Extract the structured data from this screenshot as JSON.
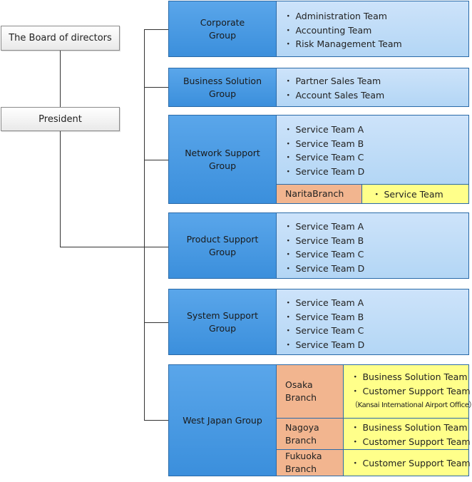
{
  "board": "The Board of directors",
  "president": "President",
  "groups": {
    "corporate": {
      "name": "Corporate\nGroup",
      "teams": [
        "・ Administration Team",
        "・ Accounting Team",
        "・ Risk Management Team"
      ]
    },
    "business": {
      "name": "Business Solution\nGroup",
      "teams": [
        "・ Partner Sales Team",
        "・ Account Sales Team"
      ]
    },
    "network": {
      "name": "Network Support\nGroup",
      "teams": [
        "・ Service Team A",
        "・ Service Team B",
        "・ Service Team C",
        "・ Service Team D"
      ],
      "branch": "NaritaBranch",
      "branch_team": "・ Service Team"
    },
    "product": {
      "name": "Product Support\nGroup",
      "teams": [
        "・ Service Team A",
        "・ Service Team B",
        "・ Service Team C",
        "・ Service Team D"
      ]
    },
    "system": {
      "name": "System Support\nGroup",
      "teams": [
        "・ Service Team A",
        "・ Service Team B",
        "・ Service Team C",
        "・ Service Team D"
      ]
    },
    "west": {
      "name": "West Japan Group",
      "osaka": {
        "name": "Osaka\nBranch",
        "teams": [
          "・ Business Solution Team",
          "・ Customer Support Team"
        ],
        "note": "（Kansai International Airport Office）"
      },
      "nagoya": {
        "name": "Nagoya\nBranch",
        "teams": [
          "・ Business Solution Team",
          "・ Customer Support Team"
        ]
      },
      "fukuoka": {
        "name": "Fukuoka\nBranch",
        "teams": [
          "・ Customer Support Team"
        ]
      }
    }
  }
}
